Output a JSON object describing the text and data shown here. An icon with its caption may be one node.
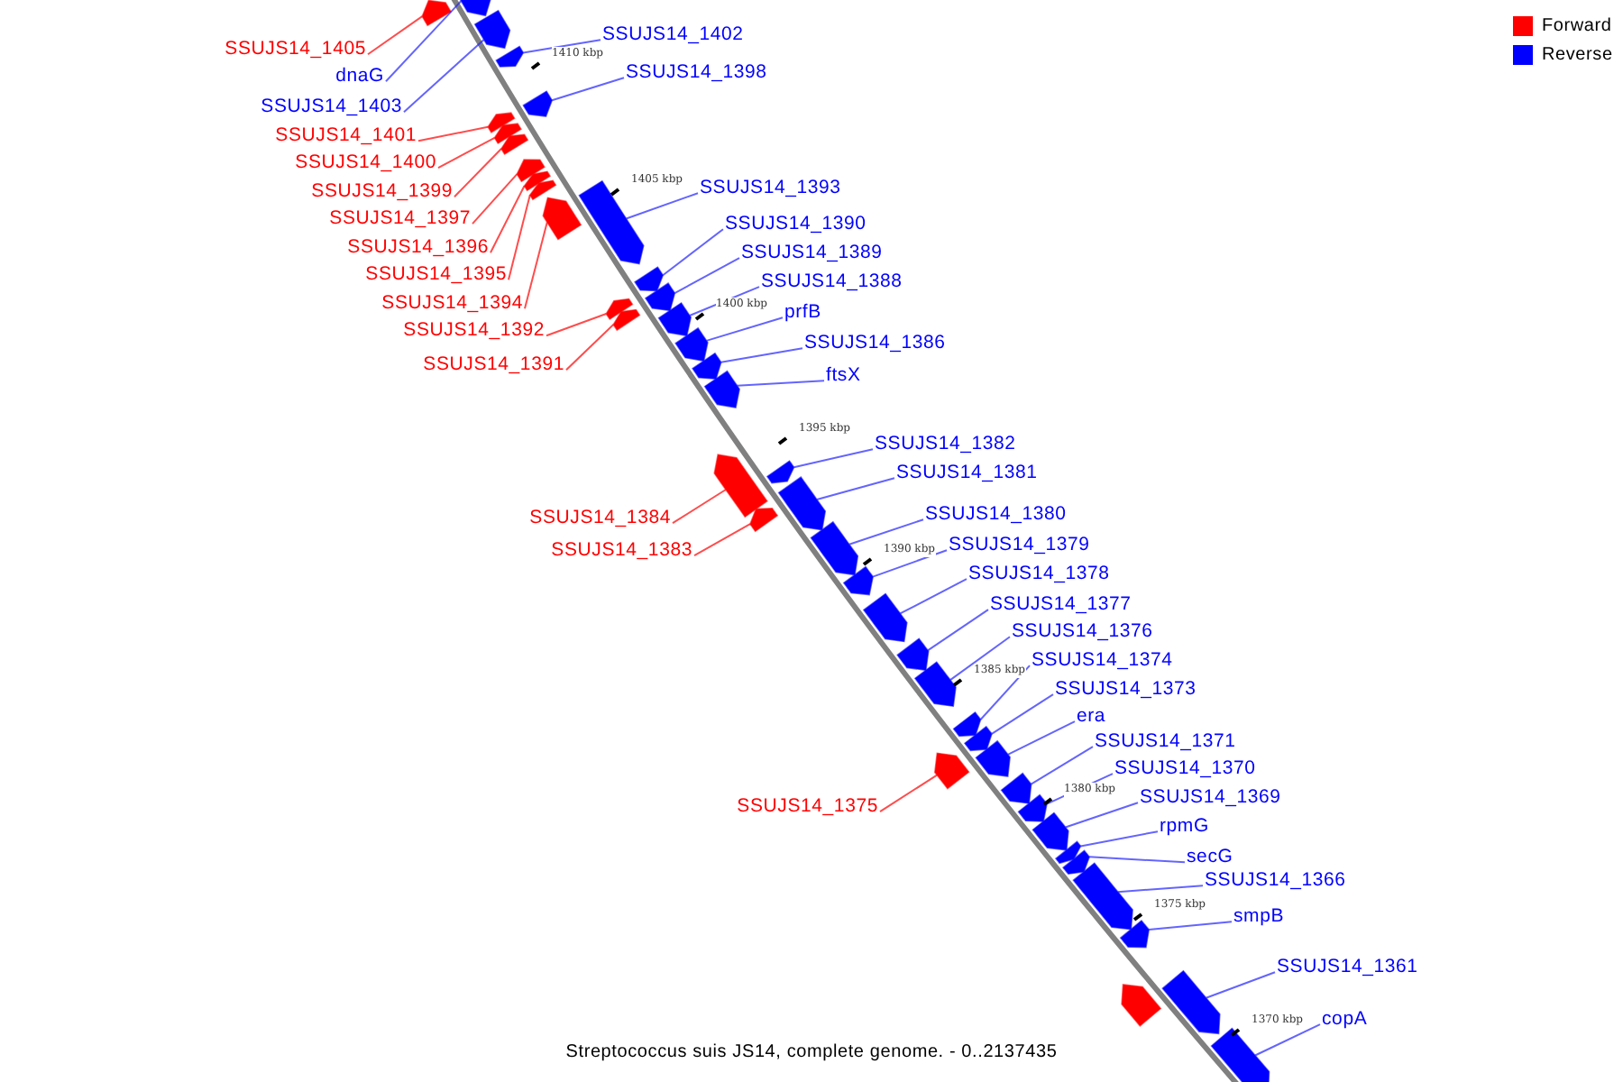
{
  "diagram": {
    "caption": "Streptococcus suis JS14, complete genome. - 0..2137435",
    "nodes": [
      {
        "text": [
          "SSUJS14_1405"
        ]
      },
      {
        "text": [],
        "shape": "box"
      },
      {
        "text": [
          "SSUJS14_1402"
        ]
      },
      {
        "text": [],
        "shape": "box"
      },
      {
        "text": [
          "dnaG"
        ]
      },
      {
        "text": [],
        "shape": "box"
      },
      {
        "text": [
          "SSUJS14_1398"
        ]
      },
      {
        "text": [],
        "shape": "box"
      },
      {
        "text": [
          "SSUJS14_1403"
        ]
      },
      {
        "text": [],
        "shape": "box"
      },
      {
        "text": [
          "SSUJS14_1401"
        ]
      },
      {
        "text": [],
        "shape": "box"
      },
      {
        "text": [
          "SSUJS14_1400"
        ]
      },
      {
        "text": [],
        "shape": "box"
      },
      {
        "text": [
          "SSUJS14_1399"
        ]
      },
      {
        "text": [],
        "shape": "box"
      },
      {
        "text": [
          "SSUJS14_1393"
        ]
      },
      {
        "text": [],
        "shape": "box"
      },
      {
        "text": [
          "SSUJS14_1397"
        ]
      },
      {
        "text": [],
        "shape": "box"
      },
      {
        "text": [
          "SSUJS14_1390"
        ]
      },
      {
        "text": [],
        "shape": "box"
      },
      {
        "text": [
          "SSUJS14_1396"
        ]
      },
      {
        "text": [],
        "shape": "box"
      },
      {
        "text": [
          "SSUJS14_1389"
        ]
      },
      {
        "text": [],
        "shape": "box"
      },
      {
        "text": [
          "SSUJS14_1395"
        ]
      },
      {
        "text": [],
        "shape": "box"
      },
      {
        "text": [
          "SSUJS14_1388"
        ]
      },
      {
        "text": [],
        "shape": "box"
      },
      {
        "text": [
          "SSUJS14_1394"
        ]
      },
      {
        "text": [],
        "shape": "box"
      },
      {
        "text": [
          "prfB"
        ]
      },
      {
        "text": [],
        "shape": "box"
      },
      {
        "text": [
          "SSUJS14_1392"
        ]
      },
      {
        "text": [],
        "shape": "box"
      },
      {
        "text": [
          "SSUJS14_1386"
        ]
      },
      {
        "text": [],
        "shape": "box"
      },
      {
        "text": [
          "SSUJS14_1391"
        ]
      },
      {
        "text": [],
        "shape": "box"
      },
      {
        "text": [
          "ftsX"
        ]
      },
      {
        "text": [],
        "shape": "box"
      },
      {
        "text": [
          "SSUJS14_1382"
        ]
      },
      {
        "text": [],
        "shape": "box"
      },
      {
        "text": [
          "SSUJS14_1381"
        ]
      },
      {
        "text": [],
        "shape": "box"
      },
      {
        "text": [
          "SSUJS14_1384"
        ]
      },
      {
        "text": [],
        "shape": "box"
      },
      {
        "text": [
          "SSUJS14_1380"
        ]
      },
      {
        "text": [],
        "shape": "box"
      },
      {
        "text": [
          "SSUJS14_1379"
        ]
      },
      {
        "text": [],
        "shape": "box"
      },
      {
        "text": [
          "SSUJS14_1383"
        ]
      },
      {
        "text": [],
        "shape": "box"
      },
      {
        "text": [
          "SSUJS14_1378"
        ]
      },
      {
        "text": [],
        "shape": "box"
      },
      {
        "text": [
          "SSUJS14_1377"
        ]
      },
      {
        "text": [],
        "shape": "box"
      },
      {
        "text": [
          "SSUJS14_1376"
        ]
      },
      {
        "text": [],
        "shape": "box"
      },
      {
        "text": [
          "SSUJS14_1374"
        ]
      },
      {
        "text": [],
        "shape": "box"
      },
      {
        "text": [
          "SSUJS14_1373"
        ]
      },
      {
        "text": [],
        "shape": "box"
      },
      {
        "text": [
          "era"
        ]
      },
      {
        "text": [],
        "shape": "box"
      },
      {
        "text": [
          "SSUJS14_1371"
        ]
      },
      {
        "text": [],
        "shape": "box"
      },
      {
        "text": [
          "SSUJS14_1370"
        ]
      },
      {
        "text": [],
        "shape": "box"
      },
      {
        "text": [
          "SSUJS14_1369"
        ]
      },
      {
        "text": [],
        "shape": "box"
      },
      {
        "text": [
          "SSUJS14_1375"
        ]
      },
      {
        "text": [],
        "shape": "box"
      },
      {
        "text": [
          "rpmG"
        ]
      },
      {
        "text": [],
        "shape": "box"
      },
      {
        "text": [
          "secG"
        ]
      },
      {
        "text": [],
        "shape": "box"
      },
      {
        "text": [
          "SSUJS14_1366"
        ]
      },
      {
        "text": [],
        "shape": "box"
      },
      {
        "text": [
          "smpB"
        ]
      },
      {
        "text": [],
        "shape": "box"
      },
      {
        "text": [
          "SSUJS14_1361"
        ]
      },
      {
        "text": [],
        "shape": "box"
      },
      {
        "text": [
          "copA"
        ]
      },
      {
        "text": [],
        "shape": "box"
      },
      {
        "text": [],
        "shape": "box"
      }
    ],
    "edges": [
      {
        "from": 0,
        "to": 1,
        "arrow": "none",
        "color": "#ff0000"
      },
      {
        "from": 2,
        "to": 3,
        "arrow": "none"
      },
      {
        "from": 4,
        "to": 5,
        "arrow": "none"
      },
      {
        "from": 6,
        "to": 7,
        "arrow": "none"
      },
      {
        "from": 8,
        "to": 9,
        "arrow": "none"
      },
      {
        "from": 10,
        "to": 11,
        "arrow": "none",
        "color": "#ff0000"
      },
      {
        "from": 12,
        "to": 13,
        "arrow": "none",
        "color": "#ff0000"
      },
      {
        "from": 14,
        "to": 15,
        "arrow": "none",
        "color": "#ff0000"
      },
      {
        "from": 16,
        "to": 17,
        "arrow": "none"
      },
      {
        "from": 18,
        "to": 19,
        "arrow": "none",
        "color": "#ff0000"
      },
      {
        "from": 20,
        "to": 21,
        "arrow": "none"
      },
      {
        "from": 22,
        "to": 23,
        "arrow": "none",
        "color": "#ff0000"
      },
      {
        "from": 24,
        "to": 25,
        "arrow": "none"
      },
      {
        "from": 26,
        "to": 27,
        "arrow": "none",
        "color": "#ff0000"
      },
      {
        "from": 28,
        "to": 29,
        "arrow": "none"
      },
      {
        "from": 30,
        "to": 31,
        "arrow": "none",
        "color": "#ff0000"
      },
      {
        "from": 32,
        "to": 33,
        "arrow": "none"
      },
      {
        "from": 34,
        "to": 35,
        "arrow": "none",
        "color": "#ff0000"
      },
      {
        "from": 36,
        "to": 37,
        "arrow": "none"
      },
      {
        "from": 38,
        "to": 39,
        "arrow": "none",
        "color": "#ff0000"
      },
      {
        "from": 40,
        "to": 41,
        "arrow": "none"
      },
      {
        "from": 42,
        "to": 43,
        "arrow": "none"
      },
      {
        "from": 44,
        "to": 45,
        "arrow": "none"
      },
      {
        "from": 46,
        "to": 47,
        "arrow": "none",
        "color": "#ff0000"
      },
      {
        "from": 48,
        "to": 49,
        "arrow": "none"
      },
      {
        "from": 50,
        "to": 51,
        "arrow": "none"
      },
      {
        "from": 52,
        "to": 53,
        "arrow": "none",
        "color": "#ff0000"
      },
      {
        "from": 54,
        "to": 55,
        "arrow": "none"
      },
      {
        "from": 56,
        "to": 57,
        "arrow": "none"
      },
      {
        "from": 58,
        "to": 59,
        "arrow": "none"
      },
      {
        "from": 60,
        "to": 61,
        "arrow": "none"
      },
      {
        "from": 62,
        "to": 63,
        "arrow": "none"
      },
      {
        "from": 64,
        "to": 65,
        "arrow": "none"
      },
      {
        "from": 66,
        "to": 67,
        "arrow": "none"
      },
      {
        "from": 68,
        "to": 69,
        "arrow": "none"
      },
      {
        "from": 70,
        "to": 71,
        "arrow": "none"
      },
      {
        "from": 72,
        "to": 73,
        "arrow": "none",
        "color": "#ff0000"
      },
      {
        "from": 74,
        "to": 75,
        "arrow": "none"
      },
      {
        "from": 76,
        "to": 77,
        "arrow": "none"
      },
      {
        "from": 78,
        "to": 79,
        "arrow": "none"
      },
      {
        "from": 80,
        "to": 81,
        "arrow": "none"
      },
      {
        "from": 82,
        "to": 83,
        "arrow": "none"
      },
      {
        "from": 84,
        "to": 85,
        "arrow": "none"
      }
    ],
    "labels": [
      "1410 kbp",
      "1405 kbp",
      "1400 kbp",
      "1395 kbp",
      "1390 kbp",
      "1385 kbp",
      "1380 kbp",
      "1375 kbp",
      "1370 kbp"
    ],
    "legend": [
      {
        "text": "Forward",
        "color": "#ff0000"
      },
      {
        "text": "Reverse",
        "color": "#0000ff"
      }
    ]
  }
}
